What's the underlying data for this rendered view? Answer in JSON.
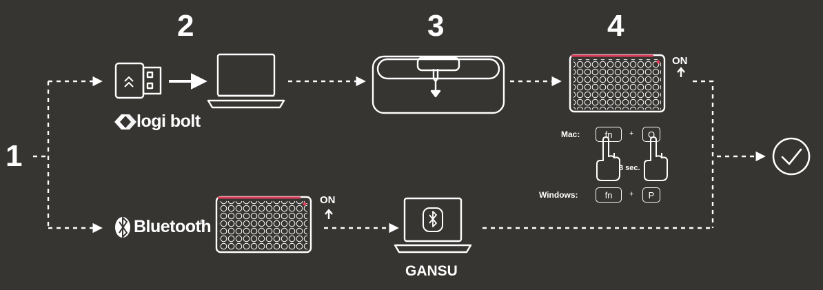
{
  "steps": [
    "1",
    "2",
    "3",
    "4"
  ],
  "logi_bolt_label": "logi bolt",
  "bluetooth_label": "Bluetooth",
  "bluetooth_reg": "®",
  "on_label": "ON",
  "device_name": "GANSU",
  "shortcuts": {
    "mac_label": "Mac:",
    "mac_key1": "fn",
    "mac_key2": "O",
    "plus": "+",
    "hold_label": "3 sec.",
    "windows_label": "Windows:",
    "win_key1": "fn",
    "win_key2": "P"
  },
  "colors": {
    "background": "#363532",
    "foreground": "#ffffff",
    "accent": "#e23c5a"
  }
}
